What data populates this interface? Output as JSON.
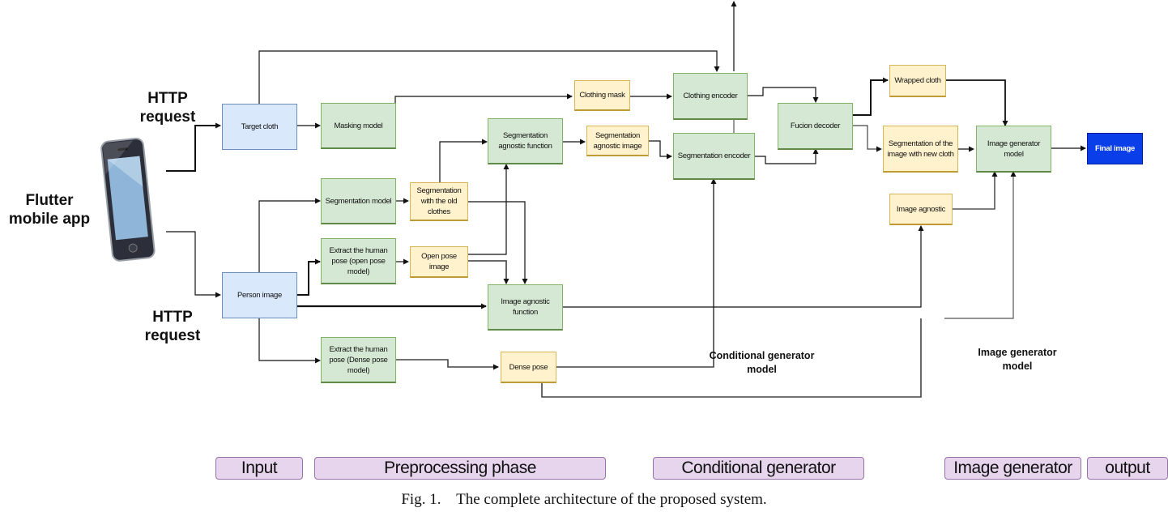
{
  "nodes": {
    "target_cloth": "Target cloth",
    "person_image": "Person image",
    "masking_model": "Masking model",
    "segmentation_model": "Segmentation model",
    "extract_open_pose": "Extract the human pose (open pose model)",
    "extract_dense_pose": "Extract the human pose (Dense pose model)",
    "segmentation_old_clothes": "Segmentation with the old clothes",
    "open_pose_image": "Open pose image",
    "dense_pose": "Dense pose",
    "segmentation_agnostic_function": "Segmentation agnostic function",
    "image_agnostic_function": "Image agnostic function",
    "clothing_mask": "Clothing mask",
    "segmentation_agnostic_image": "Segmentation agnostic image",
    "clothing_encoder": "Clothing encoder",
    "segmentation_encoder": "Segmentation encoder",
    "fusion_decoder": "Fucion decoder",
    "wrapped_cloth": "Wrapped cloth",
    "segmentation_new_cloth": "Segmentation of the image with new cloth",
    "image_agnostic": "Image agnostic",
    "image_generator_model": "Image generator model",
    "final_image": "Final image"
  },
  "labels": {
    "flutter_app": "Flutter mobile app",
    "http_request_top": "HTTP request",
    "http_request_bottom": "HTTP request",
    "conditional_generator_model": "Conditional generator model",
    "image_generator_model": "Image generator model"
  },
  "icons": {
    "phone": "smartphone-icon"
  },
  "phases": [
    "Input",
    "Preprocessing phase",
    "Conditional generator",
    "Image generator",
    "output"
  ],
  "caption": "Fig. 1.    The complete architecture of the proposed system.",
  "colors": {
    "input_box": "#dae8fc",
    "process_box": "#d5e8d4",
    "data_box": "#fff2cc",
    "final_box": "#0a3ee8",
    "phase_box": "#e6d5ed"
  }
}
